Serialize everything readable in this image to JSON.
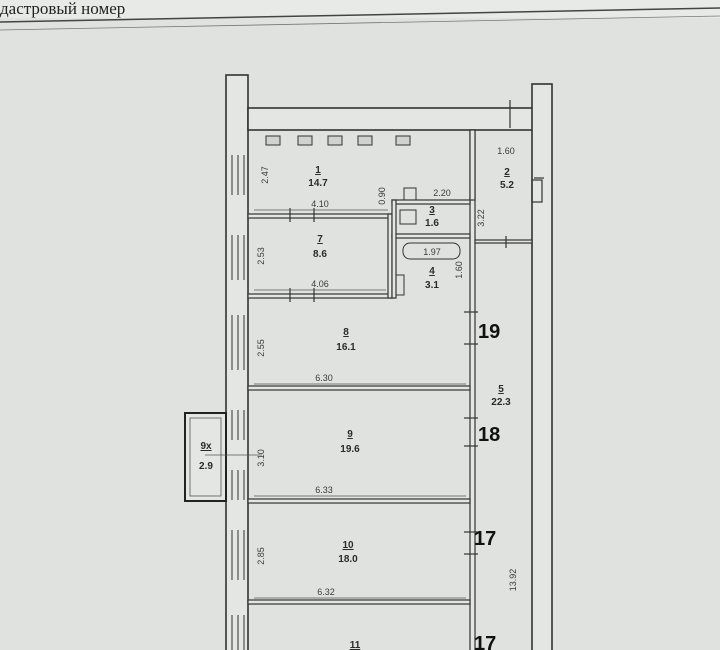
{
  "header": {
    "text": "дастровый номер"
  },
  "rooms": [
    {
      "number": "1",
      "area": "14.7"
    },
    {
      "number": "2",
      "area": "5.2"
    },
    {
      "number": "3",
      "area": "1.6"
    },
    {
      "number": "4",
      "area": "3.1"
    },
    {
      "number": "5",
      "area": "22.3"
    },
    {
      "number": "7",
      "area": "8.6"
    },
    {
      "number": "8",
      "area": "16.1"
    },
    {
      "number": "9",
      "area": "19.6"
    },
    {
      "number": "9x",
      "area": "2.9"
    },
    {
      "number": "10",
      "area": "18.0"
    },
    {
      "number": "11",
      "area": ""
    }
  ],
  "dimensions": {
    "d1_60": "1.60",
    "d2_47": "2.47",
    "d4_10": "4.10",
    "d0_90": "0.90",
    "d2_20": "2.20",
    "d3_22": "3.22",
    "d2_53": "2.53",
    "d1_97": "1.97",
    "d4_06": "4.06",
    "d1_60b": "1.60",
    "d2_55": "2.55",
    "d6_30": "6.30",
    "d3_10": "3.10",
    "d6_33": "6.33",
    "d2_85": "2.85",
    "d6_32": "6.32",
    "d13_92": "13.92"
  },
  "markers": [
    "19",
    "18",
    "17",
    "17"
  ]
}
